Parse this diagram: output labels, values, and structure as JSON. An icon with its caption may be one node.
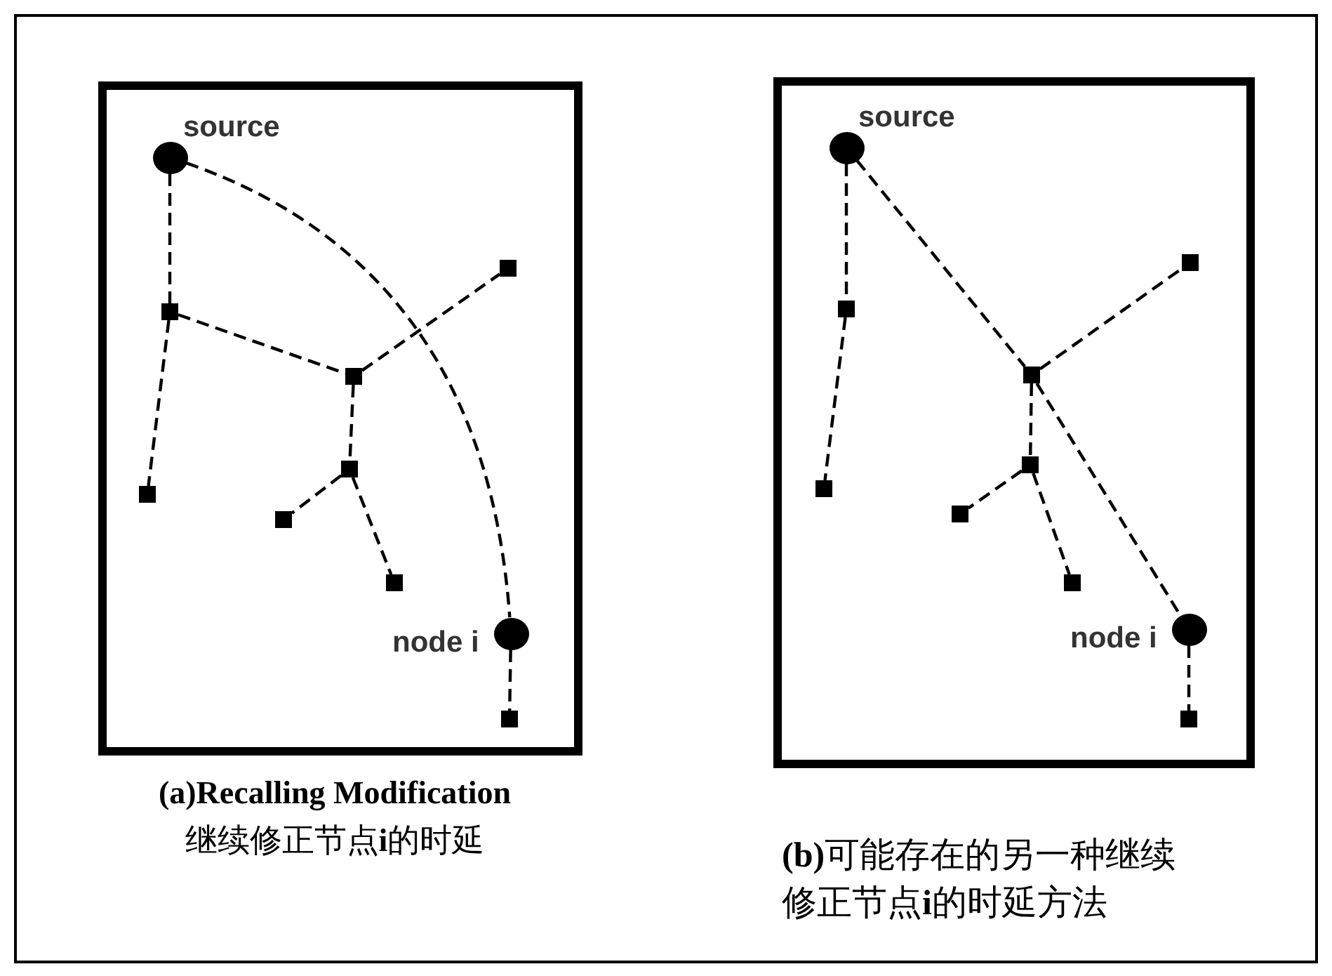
{
  "diagram": {
    "nodes": [
      {
        "text": [
          "**(a)Recalling Modification** 继续修正节点**i**的时延"
        ]
      },
      {
        "text": [],
        "shape": "circle",
        "beside": [
          "source"
        ],
        "in": 0
      },
      {
        "text": [],
        "shape": "box",
        "in": 0
      },
      {
        "text": [],
        "shape": "box",
        "in": 0
      },
      {
        "text": [],
        "shape": "box",
        "in": 0
      },
      {
        "text": [],
        "shape": "box",
        "in": 0
      },
      {
        "text": [],
        "shape": "box",
        "in": 0
      },
      {
        "text": [],
        "shape": "box",
        "in": 0
      },
      {
        "text": [],
        "shape": "box",
        "in": 0
      },
      {
        "text": [],
        "shape": "circle",
        "beside": [
          "node i"
        ],
        "in": 0
      },
      {
        "text": [],
        "shape": "box",
        "in": 0
      },
      {
        "text": [
          "**(b)**可能存在的另一种继续修正节点**i**的时延方法"
        ]
      },
      {
        "text": [],
        "shape": "circle",
        "beside": [
          "source"
        ],
        "in": 11
      },
      {
        "text": [],
        "shape": "box",
        "in": 11
      },
      {
        "text": [],
        "shape": "box",
        "in": 11
      },
      {
        "text": [],
        "shape": "box",
        "in": 11
      },
      {
        "text": [],
        "shape": "box",
        "in": 11
      },
      {
        "text": [],
        "shape": "box",
        "in": 11
      },
      {
        "text": [],
        "shape": "box",
        "in": 11
      },
      {
        "text": [],
        "shape": "box",
        "in": 11
      },
      {
        "text": [],
        "shape": "circle",
        "beside": [
          "node i"
        ],
        "in": 11
      },
      {
        "text": [],
        "shape": "box",
        "in": 11
      }
    ],
    "edges": [
      {
        "from": 1,
        "to": 2,
        "arrow": "none"
      },
      {
        "from": 2,
        "to": 5,
        "arrow": "none"
      },
      {
        "from": 2,
        "to": 3,
        "arrow": "none"
      },
      {
        "from": 3,
        "to": 4,
        "arrow": "none"
      },
      {
        "from": 3,
        "to": 6,
        "arrow": "none"
      },
      {
        "from": 6,
        "to": 7,
        "arrow": "none"
      },
      {
        "from": 6,
        "to": 8,
        "arrow": "none"
      },
      {
        "from": 1,
        "to": 9,
        "arrow": "none"
      },
      {
        "from": 9,
        "to": 10,
        "arrow": "none"
      },
      {
        "from": 12,
        "to": 13,
        "arrow": "none"
      },
      {
        "from": 13,
        "to": 16,
        "arrow": "none"
      },
      {
        "from": 12,
        "to": 14,
        "arrow": "none"
      },
      {
        "from": 14,
        "to": 15,
        "arrow": "none"
      },
      {
        "from": 14,
        "to": 17,
        "arrow": "none"
      },
      {
        "from": 17,
        "to": 18,
        "arrow": "none"
      },
      {
        "from": 17,
        "to": 19,
        "arrow": "none"
      },
      {
        "from": 14,
        "to": 20,
        "arrow": "none"
      },
      {
        "from": 20,
        "to": 21,
        "arrow": "none"
      }
    ]
  }
}
